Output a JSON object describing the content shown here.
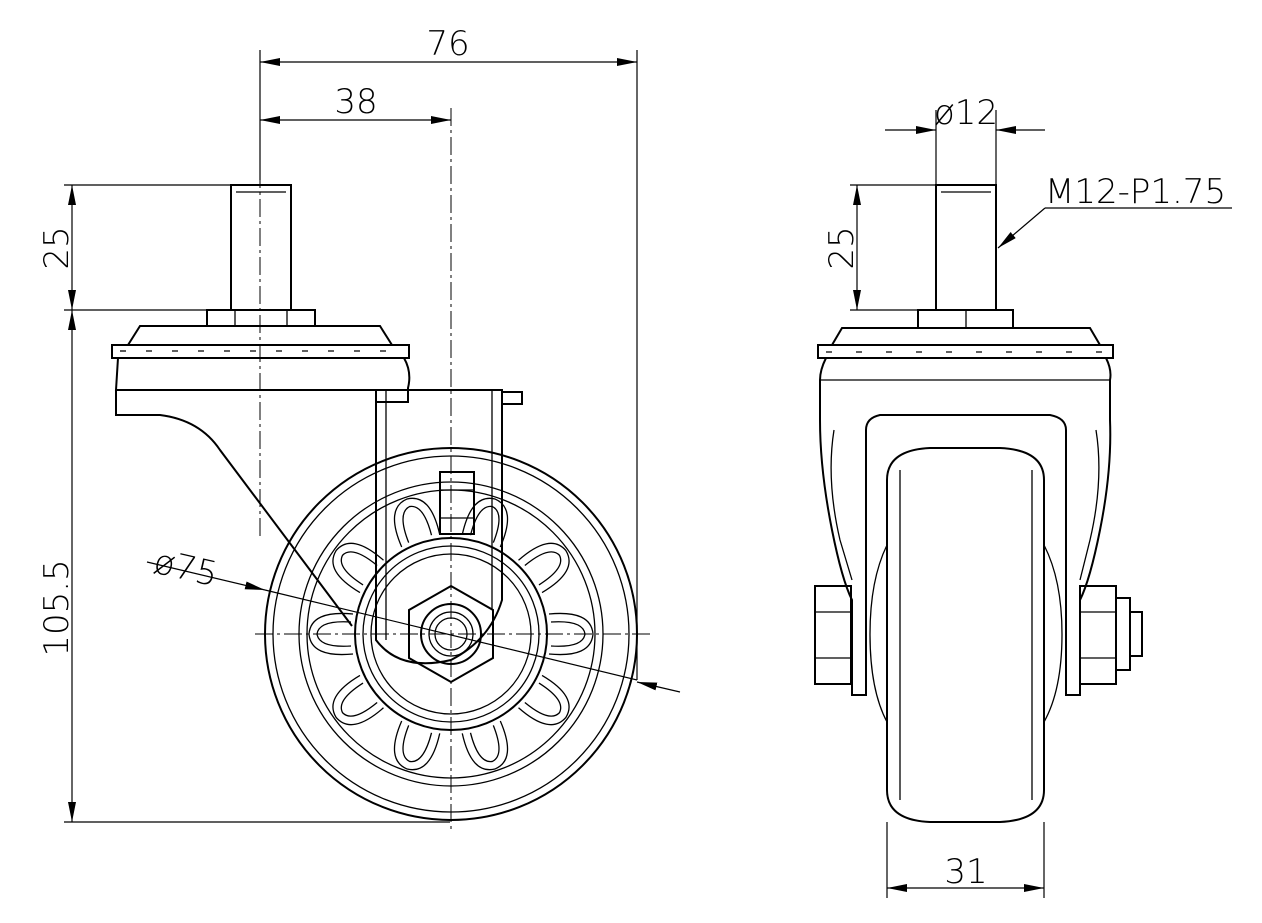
{
  "side_view": {
    "dim_overall_width": "76",
    "dim_half_width": "38",
    "dim_stem_length": "25",
    "dim_total_height": "105.5",
    "dim_wheel_diameter": "ø75"
  },
  "front_view": {
    "dim_stem_diameter": "ø12",
    "dim_stem_length": "25",
    "thread_callout": "M12-P1.75",
    "dim_wheel_width": "31"
  }
}
